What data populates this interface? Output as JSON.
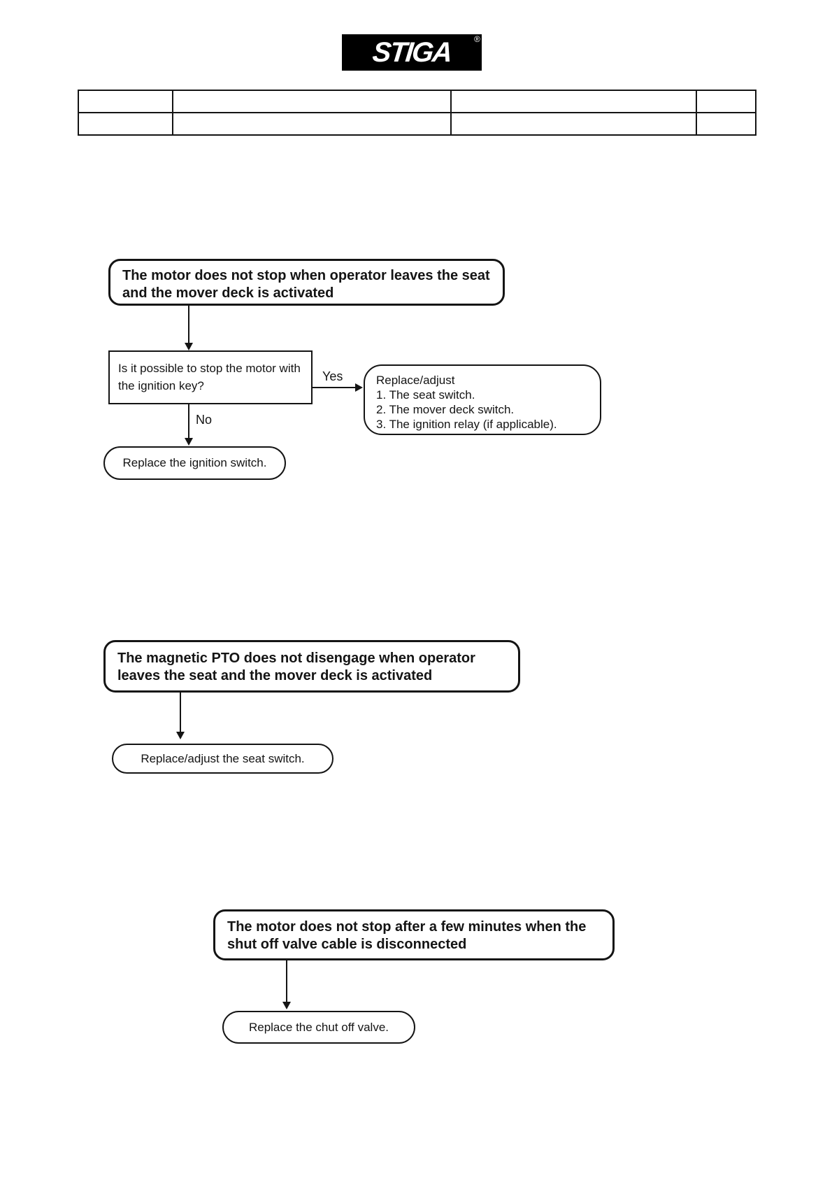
{
  "logo": {
    "brand": "STIGA",
    "registered_mark": "®"
  },
  "header_table": {
    "rows": 2,
    "columns": 4,
    "cells": [
      [
        "",
        "",
        "",
        ""
      ],
      [
        "",
        "",
        "",
        ""
      ]
    ]
  },
  "flowcharts": [
    {
      "start": "The motor does not stop when operator leaves the seat and the mover deck is activated",
      "question": "Is it possible to stop the motor with the ignition key?",
      "yes_label": "Yes",
      "no_label": "No",
      "yes_result": {
        "intro": "Replace/adjust",
        "items": [
          "1. The seat switch.",
          "2. The mover deck switch.",
          "3. The ignition relay (if applicable)."
        ]
      },
      "no_result": "Replace the ignition switch."
    },
    {
      "start": "The magnetic PTO does not disengage when operator leaves the seat and the mover deck is activated",
      "result": "Replace/adjust the seat switch."
    },
    {
      "start": "The motor does not stop after a few minutes when the shut off valve cable is disconnected",
      "result": "Replace the chut off valve."
    }
  ]
}
